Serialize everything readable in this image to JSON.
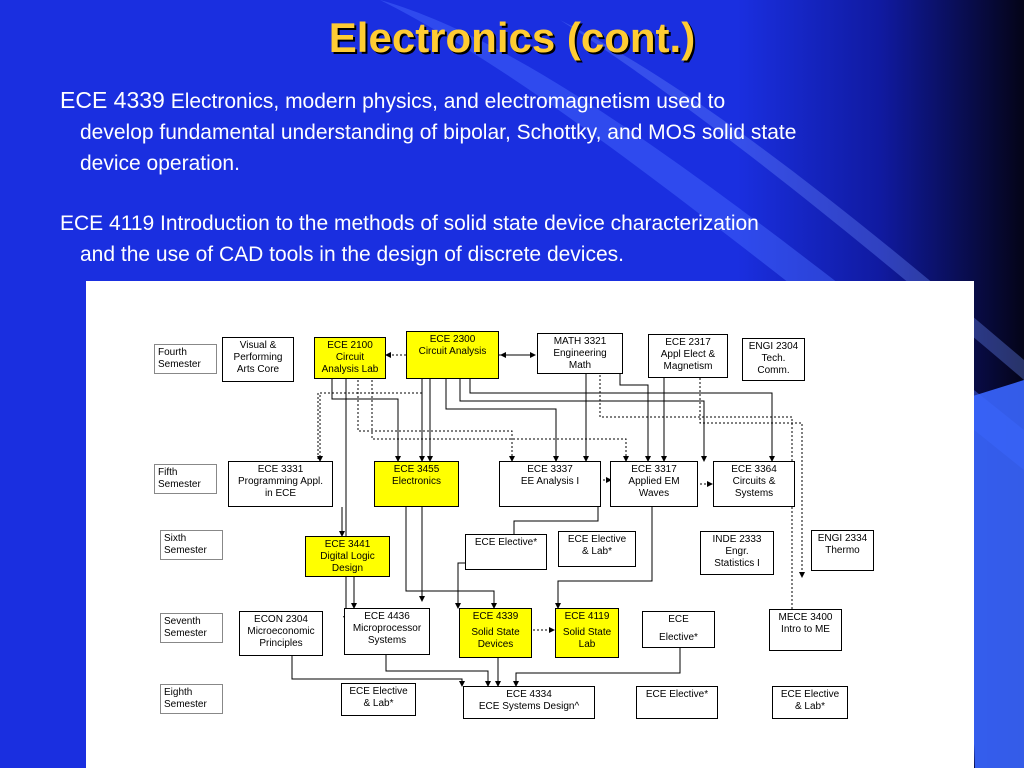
{
  "slide": {
    "title": "Electronics (cont.)",
    "para1": {
      "code": "ECE 4339",
      "line1": " Electronics, modern physics, and electromagnetism used to",
      "line2": "develop fundamental understanding of bipolar, Schottky, and MOS solid state",
      "line3": "device operation."
    },
    "para2": {
      "line1": "ECE 4119 Introduction to the methods of solid state device characterization",
      "line2": "and the use of CAD tools in the design of discrete devices."
    }
  },
  "colors": {
    "background": "#1a2fe0",
    "title": "#ffcc33",
    "highlight": "#ffff00"
  },
  "flowchart": {
    "semesters": {
      "fourth": [
        "Fourth",
        "Semester"
      ],
      "fifth": [
        "Fifth",
        "Semester"
      ],
      "sixth": [
        "Sixth",
        "Semester"
      ],
      "seventh": [
        "Seventh",
        "Semester"
      ],
      "eighth": [
        "Eighth",
        "Semester"
      ]
    },
    "courses": {
      "visual": [
        "Visual &",
        "Performing",
        "Arts Core"
      ],
      "ece2100": [
        "ECE 2100",
        "Circuit",
        "Analysis Lab"
      ],
      "ece2300": [
        "ECE 2300",
        "Circuit Analysis"
      ],
      "math3321": [
        "MATH 3321",
        "Engineering",
        "Math"
      ],
      "ece2317": [
        "ECE 2317",
        "Appl Elect &",
        "Magnetism"
      ],
      "engi2304": [
        "ENGI 2304",
        "Tech.",
        "Comm."
      ],
      "ece3331": [
        "ECE 3331",
        "Programming Appl.",
        "in ECE"
      ],
      "ece3455": [
        "ECE 3455",
        "Electronics"
      ],
      "ece3337": [
        "ECE 3337",
        "EE Analysis I"
      ],
      "ece3317": [
        "ECE 3317",
        "Applied EM",
        "Waves"
      ],
      "ece3364": [
        "ECE 3364",
        "Circuits &",
        "Systems"
      ],
      "ece3441": [
        "ECE 3441",
        "Digital Logic",
        "Design"
      ],
      "elective6a": [
        "ECE Elective*"
      ],
      "elective6b": [
        "ECE Elective",
        "& Lab*"
      ],
      "inde2333": [
        "INDE 2333",
        "Engr.",
        "Statistics I"
      ],
      "engi2334": [
        "ENGI 2334",
        "Thermo"
      ],
      "econ2304": [
        "ECON 2304",
        "Microeconomic",
        "Principles"
      ],
      "ece4436": [
        "ECE 4436",
        "Microprocessor",
        "Systems"
      ],
      "ece4339": [
        "ECE 4339",
        "Solid State",
        "Devices"
      ],
      "ece4119": [
        "ECE 4119",
        "Solid State",
        "Lab"
      ],
      "elective7": [
        "ECE",
        "Elective*"
      ],
      "mece3400": [
        "MECE 3400",
        "Intro to ME"
      ],
      "elective8a": [
        "ECE Elective",
        "& Lab*"
      ],
      "ece4334": [
        "ECE 4334",
        "ECE Systems Design^"
      ],
      "elective8b": [
        "ECE Elective*"
      ],
      "elective8c": [
        "ECE Elective",
        "& Lab*"
      ]
    }
  }
}
